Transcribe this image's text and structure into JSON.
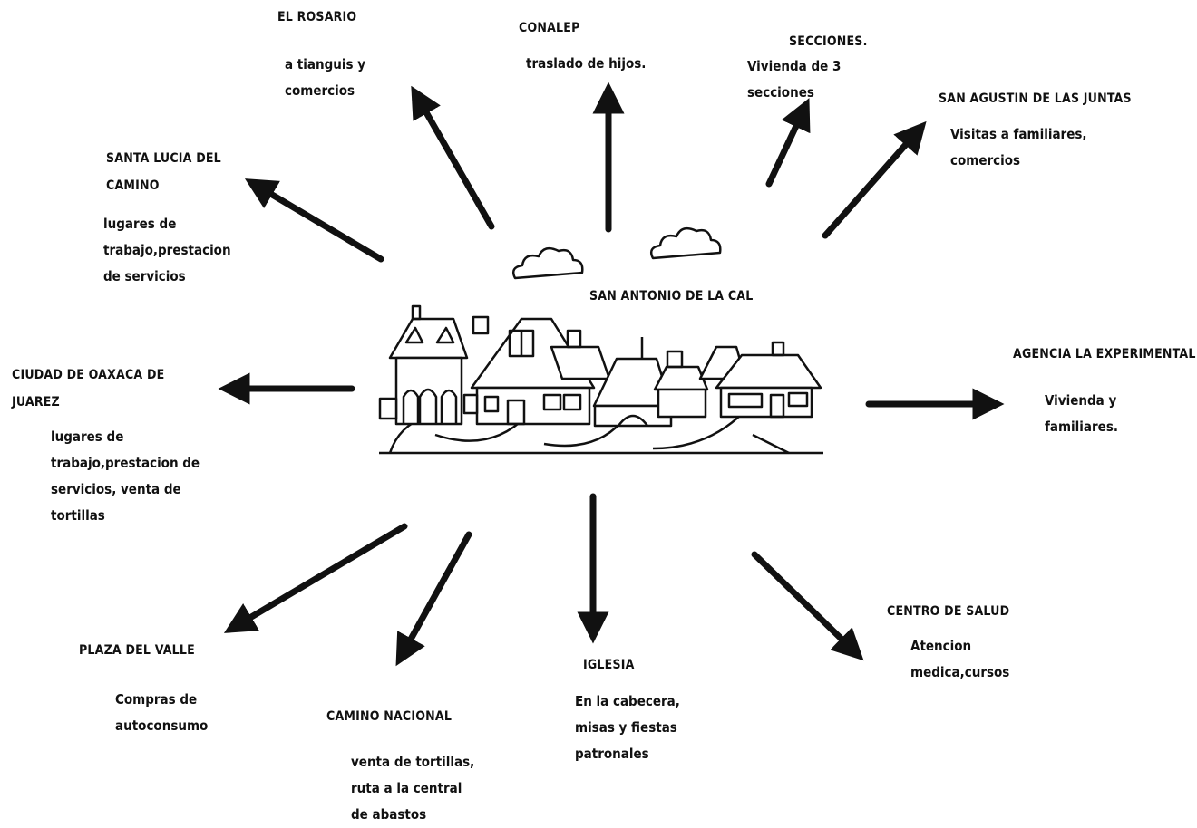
{
  "center": {
    "title": "SAN ANTONIO DE LA CAL"
  },
  "nodes": {
    "el_rosario": {
      "title": "EL ROSARIO",
      "desc": [
        "a tianguis y",
        "comercios"
      ]
    },
    "conalep": {
      "title": "CONALEP",
      "desc": [
        "traslado de hijos."
      ]
    },
    "secciones": {
      "title": "SECCIONES.",
      "desc": [
        "Vivienda de 3",
        "secciones"
      ]
    },
    "san_agustin": {
      "title": "SAN AGUSTIN DE LAS JUNTAS",
      "desc": [
        "Visitas a familiares,",
        "comercios"
      ]
    },
    "santa_lucia": {
      "title": [
        "SANTA LUCIA DEL",
        "CAMINO"
      ],
      "desc": [
        "lugares de",
        "trabajo,prestacion",
        "de servicios"
      ]
    },
    "agencia": {
      "title": "AGENCIA LA EXPERIMENTAL",
      "desc": [
        "Vivienda y",
        "familiares."
      ]
    },
    "ciudad_oaxaca": {
      "title": [
        "CIUDAD DE OAXACA DE",
        "JUAREZ"
      ],
      "desc": [
        "lugares de",
        "trabajo,prestacion de",
        "servicios, venta de",
        "tortillas"
      ]
    },
    "plaza_valle": {
      "title": "PLAZA DEL VALLE",
      "desc": [
        "Compras de",
        "autoconsumo"
      ]
    },
    "camino_nacional": {
      "title": "CAMINO NACIONAL",
      "desc": [
        "venta de tortillas,",
        "ruta a la central",
        "de abastos"
      ]
    },
    "iglesia": {
      "title": "IGLESIA",
      "desc": [
        "En la cabecera,",
        "misas y fiestas",
        "patronales"
      ]
    },
    "centro_salud": {
      "title": "CENTRO DE SALUD",
      "desc": [
        "Atencion",
        "medica,cursos"
      ]
    }
  }
}
